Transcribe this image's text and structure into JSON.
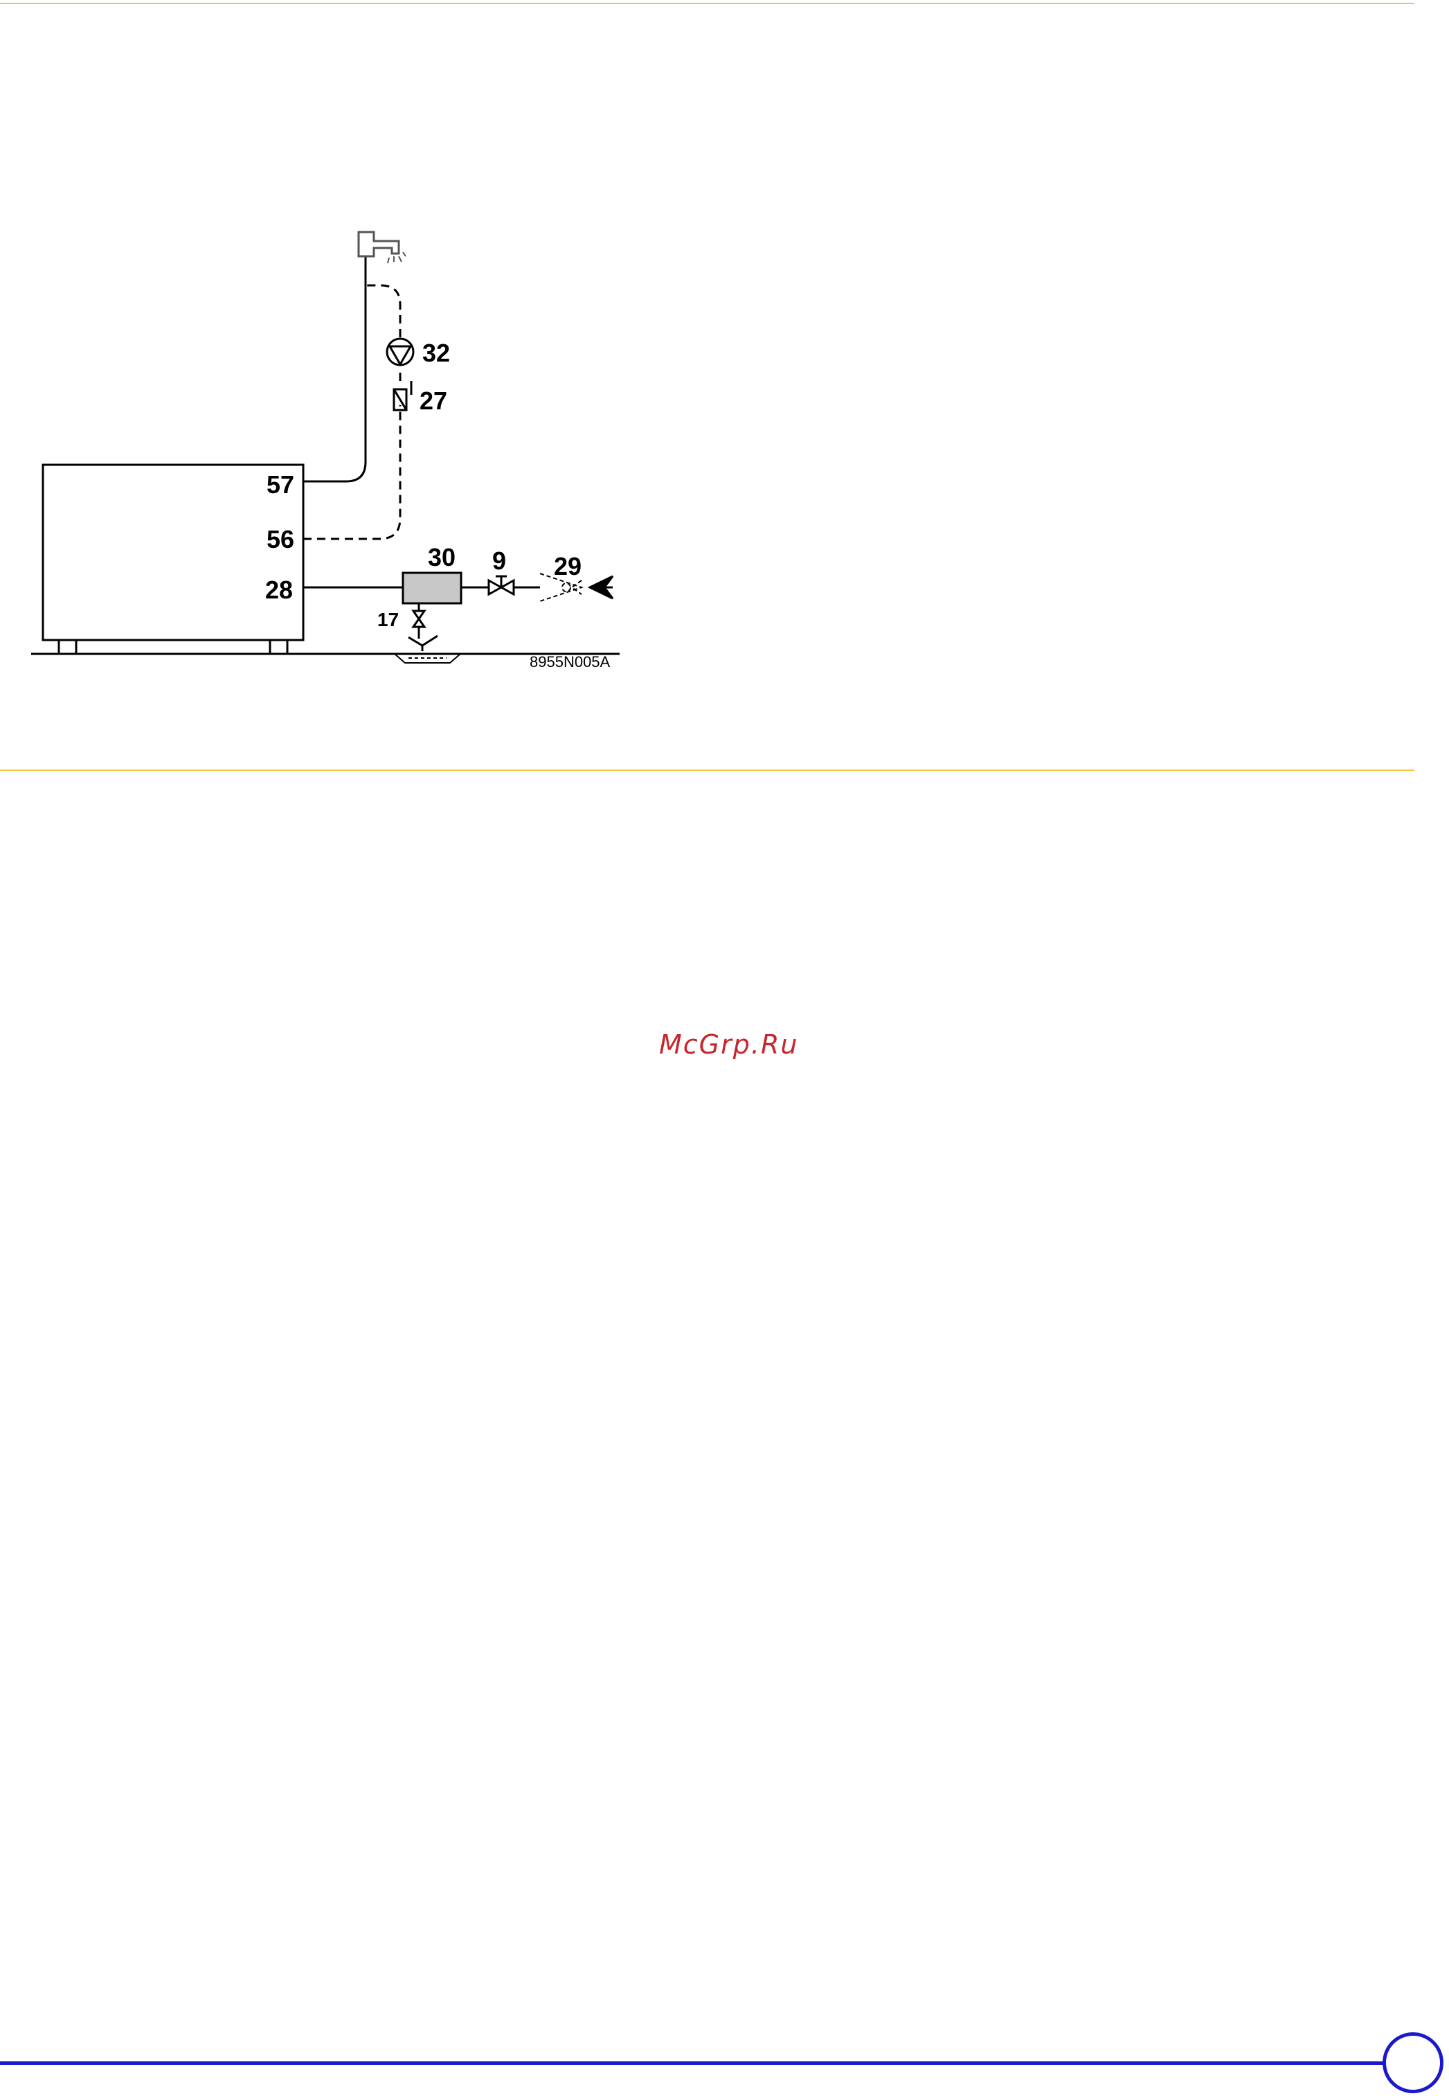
{
  "diagram": {
    "labels": {
      "l57": "57",
      "l56": "56",
      "l28": "28",
      "l32": "32",
      "l27": "27",
      "l30": "30",
      "l9": "9",
      "l29": "29",
      "l17": "17"
    },
    "reference_code": "8955N005A"
  },
  "watermark": "McGrp.Ru",
  "colors": {
    "rule": "#f5c242",
    "footer": "#1a1acc",
    "watermark": "#c8262e",
    "filter_fill": "#c8c8c8"
  }
}
